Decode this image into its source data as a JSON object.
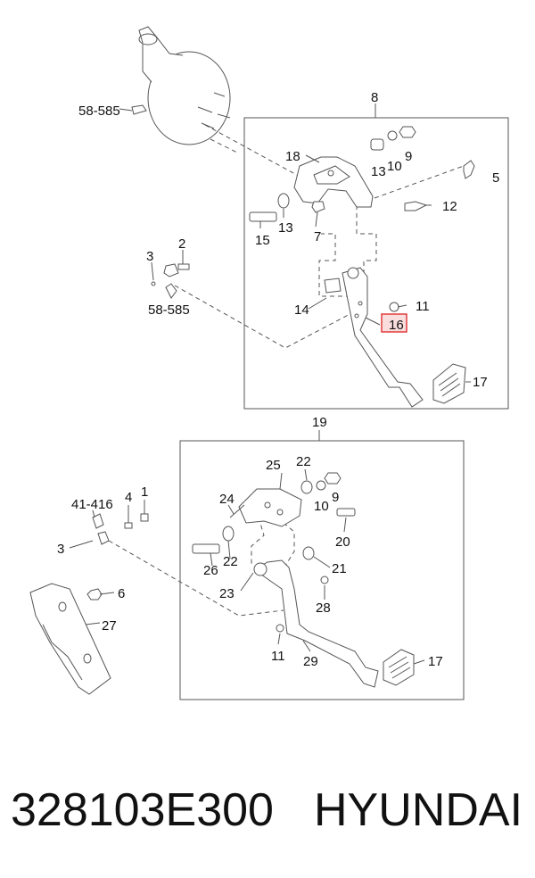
{
  "colors": {
    "line": "#555555",
    "highlight": "#e03030",
    "highlight_fill": "#f6c8c8"
  },
  "upper_assembly": {
    "group": "8",
    "callouts": {
      "ref_58585_top": "58-585",
      "p18": "18",
      "p13a": "13",
      "p10": "10",
      "p9": "9",
      "p5": "5",
      "p12": "12",
      "p15": "15",
      "p13b": "13",
      "p7": "7",
      "p3": "3",
      "p2": "2",
      "ref_58585_left": "58-585",
      "p14": "14",
      "p11": "11",
      "p16": "16",
      "p17": "17"
    }
  },
  "lower_assembly": {
    "group": "19",
    "callouts": {
      "p25": "25",
      "p22a": "22",
      "p24": "24",
      "p10": "10",
      "p9": "9",
      "ref_41416": "41-416",
      "p4": "4",
      "p1": "1",
      "p3": "3",
      "p20": "20",
      "p26": "26",
      "p22b": "22",
      "p21": "21",
      "p6": "6",
      "p23": "23",
      "p28": "28",
      "p27": "27",
      "p11": "11",
      "p29": "29",
      "p17": "17"
    }
  },
  "caption": {
    "part_number": "328103E300",
    "brand": "HYUNDAI"
  }
}
